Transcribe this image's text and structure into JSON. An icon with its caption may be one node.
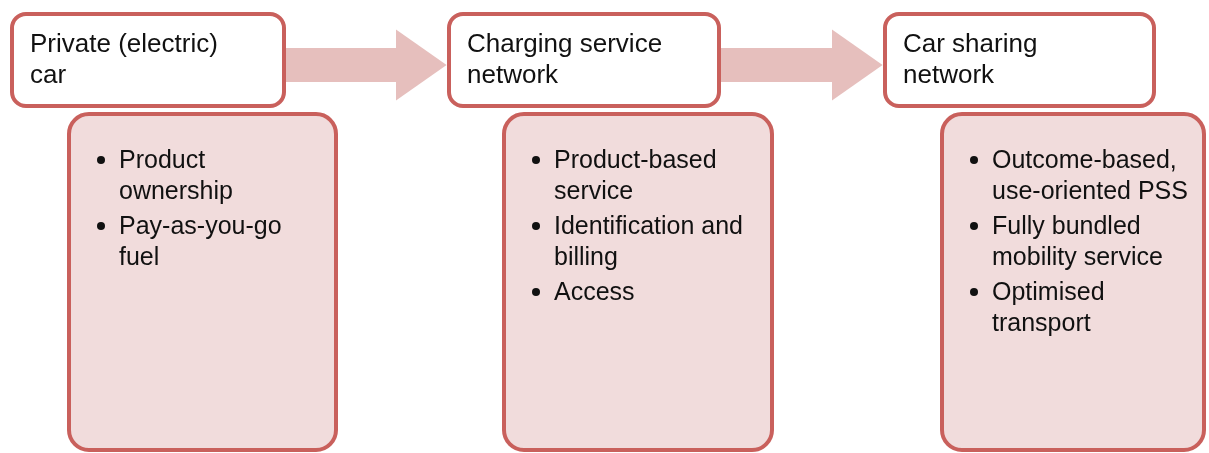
{
  "diagram": {
    "nodes": [
      {
        "text": [
          "Private (electric) car"
        ]
      },
      {
        "text": [
          "Product ownership",
          "Pay-as-you-go fuel"
        ]
      },
      {
        "text": [
          "Charging service network"
        ]
      },
      {
        "text": [
          "Product-based service",
          "Identification and billing",
          "Access"
        ]
      },
      {
        "text": [
          "Car sharing network"
        ]
      },
      {
        "text": [
          "Outcome-based, use-oriented PSS",
          "Fully bundled mobility service",
          "Optimised transport"
        ]
      }
    ],
    "edges": [
      {
        "from": 0,
        "to": 2,
        "arrow": "to"
      },
      {
        "from": 2,
        "to": 4,
        "arrow": "to"
      }
    ]
  }
}
